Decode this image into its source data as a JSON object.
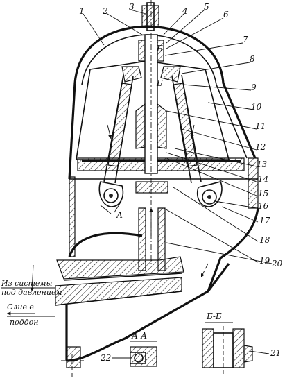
{
  "callouts": {
    "n1": "1",
    "n2": "2",
    "n3": "3",
    "n4": "4",
    "n5": "5",
    "n6": "6",
    "n7": "7",
    "n8": "8",
    "n9": "9",
    "n10": "10",
    "n11": "11",
    "n12": "12",
    "n13": "13",
    "n14": "14",
    "n15": "15",
    "n16": "16",
    "n17": "17",
    "n18": "18",
    "n19": "19",
    "n20": "20",
    "n21": "21",
    "n22": "22"
  },
  "section_marks": {
    "a": "А",
    "b_top": "Б",
    "b_mid": "Б"
  },
  "flow_labels": {
    "inlet_line1": "Из системы",
    "inlet_line2": "под давлением",
    "drain_line1": "Слив в",
    "drain_line2": "поддон"
  },
  "section_titles": {
    "aa": "А-А",
    "bb": "Б-Б"
  }
}
